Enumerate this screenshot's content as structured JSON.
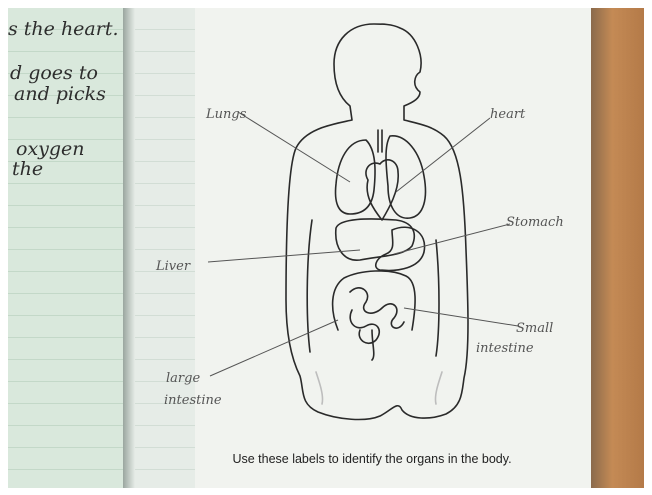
{
  "notebook_text": {
    "line1": "s the heart.",
    "line2": "d goes to",
    "line3": "and picks",
    "line4": "oxygen",
    "line5": "the"
  },
  "labels": {
    "lungs": "Lungs",
    "heart": "heart",
    "stomach": "Stomach",
    "liver": "Liver",
    "small_intestine_1": "Small",
    "small_intestine_2": "intestine",
    "large_intestine_1": "large",
    "large_intestine_2": "intestine"
  },
  "caption": "Use these labels to identify the organs in the body."
}
